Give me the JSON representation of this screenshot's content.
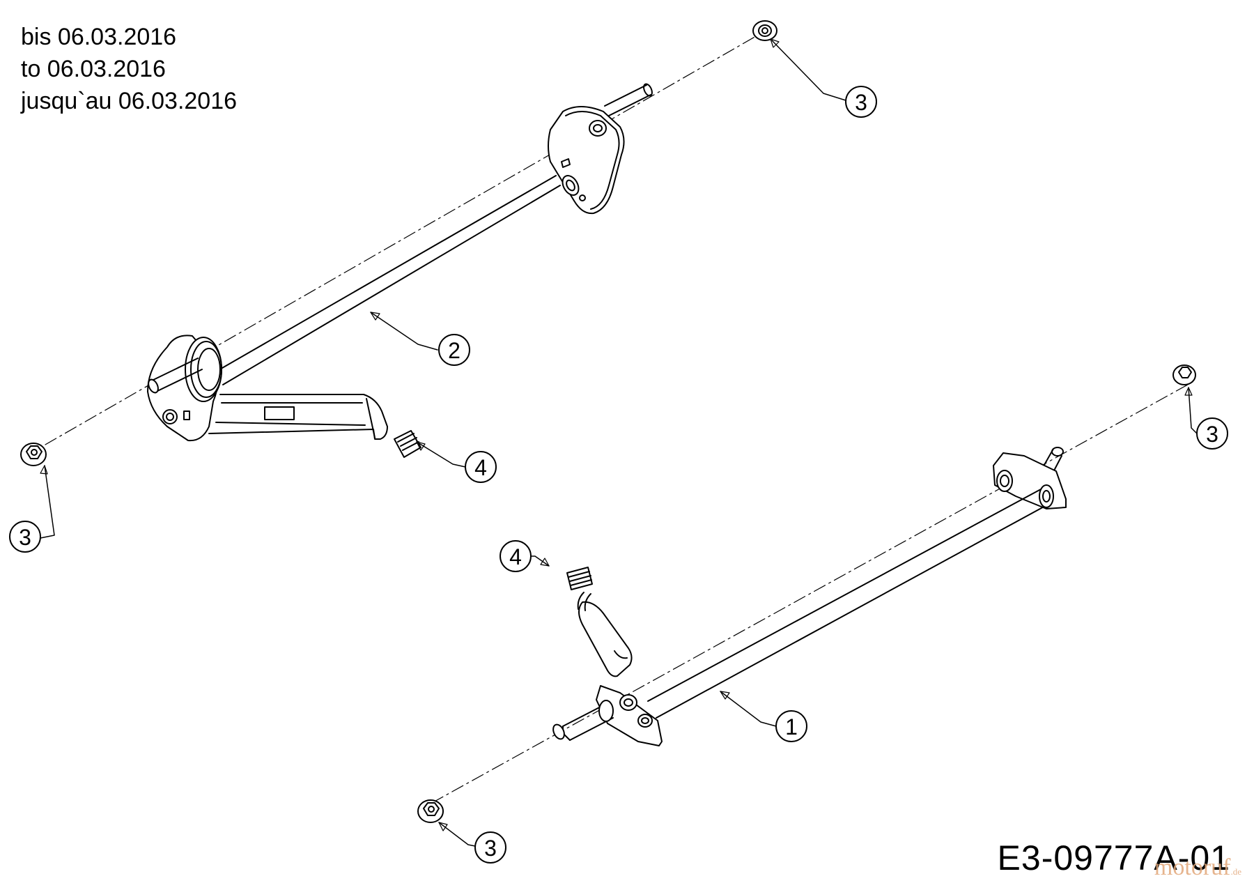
{
  "notes": [
    "bis 06.03.2016",
    "to 06.03.2016",
    "jusqu`au 06.03.2016"
  ],
  "drawing_number": "E3-09777A-01",
  "watermark": {
    "text": "motoruf",
    "suffix": ".de",
    "color": "#e2a77a"
  },
  "callouts": [
    {
      "label": "1",
      "part": "front axle"
    },
    {
      "label": "2",
      "part": "rear axle"
    },
    {
      "label": "3",
      "part": "flange nut"
    },
    {
      "label": "3",
      "part": "flange nut"
    },
    {
      "label": "3",
      "part": "flange nut"
    },
    {
      "label": "3",
      "part": "flange nut"
    },
    {
      "label": "4",
      "part": "bushing"
    },
    {
      "label": "4",
      "part": "bushing"
    }
  ],
  "colors": {
    "line": "#000000",
    "background": "#ffffff"
  }
}
